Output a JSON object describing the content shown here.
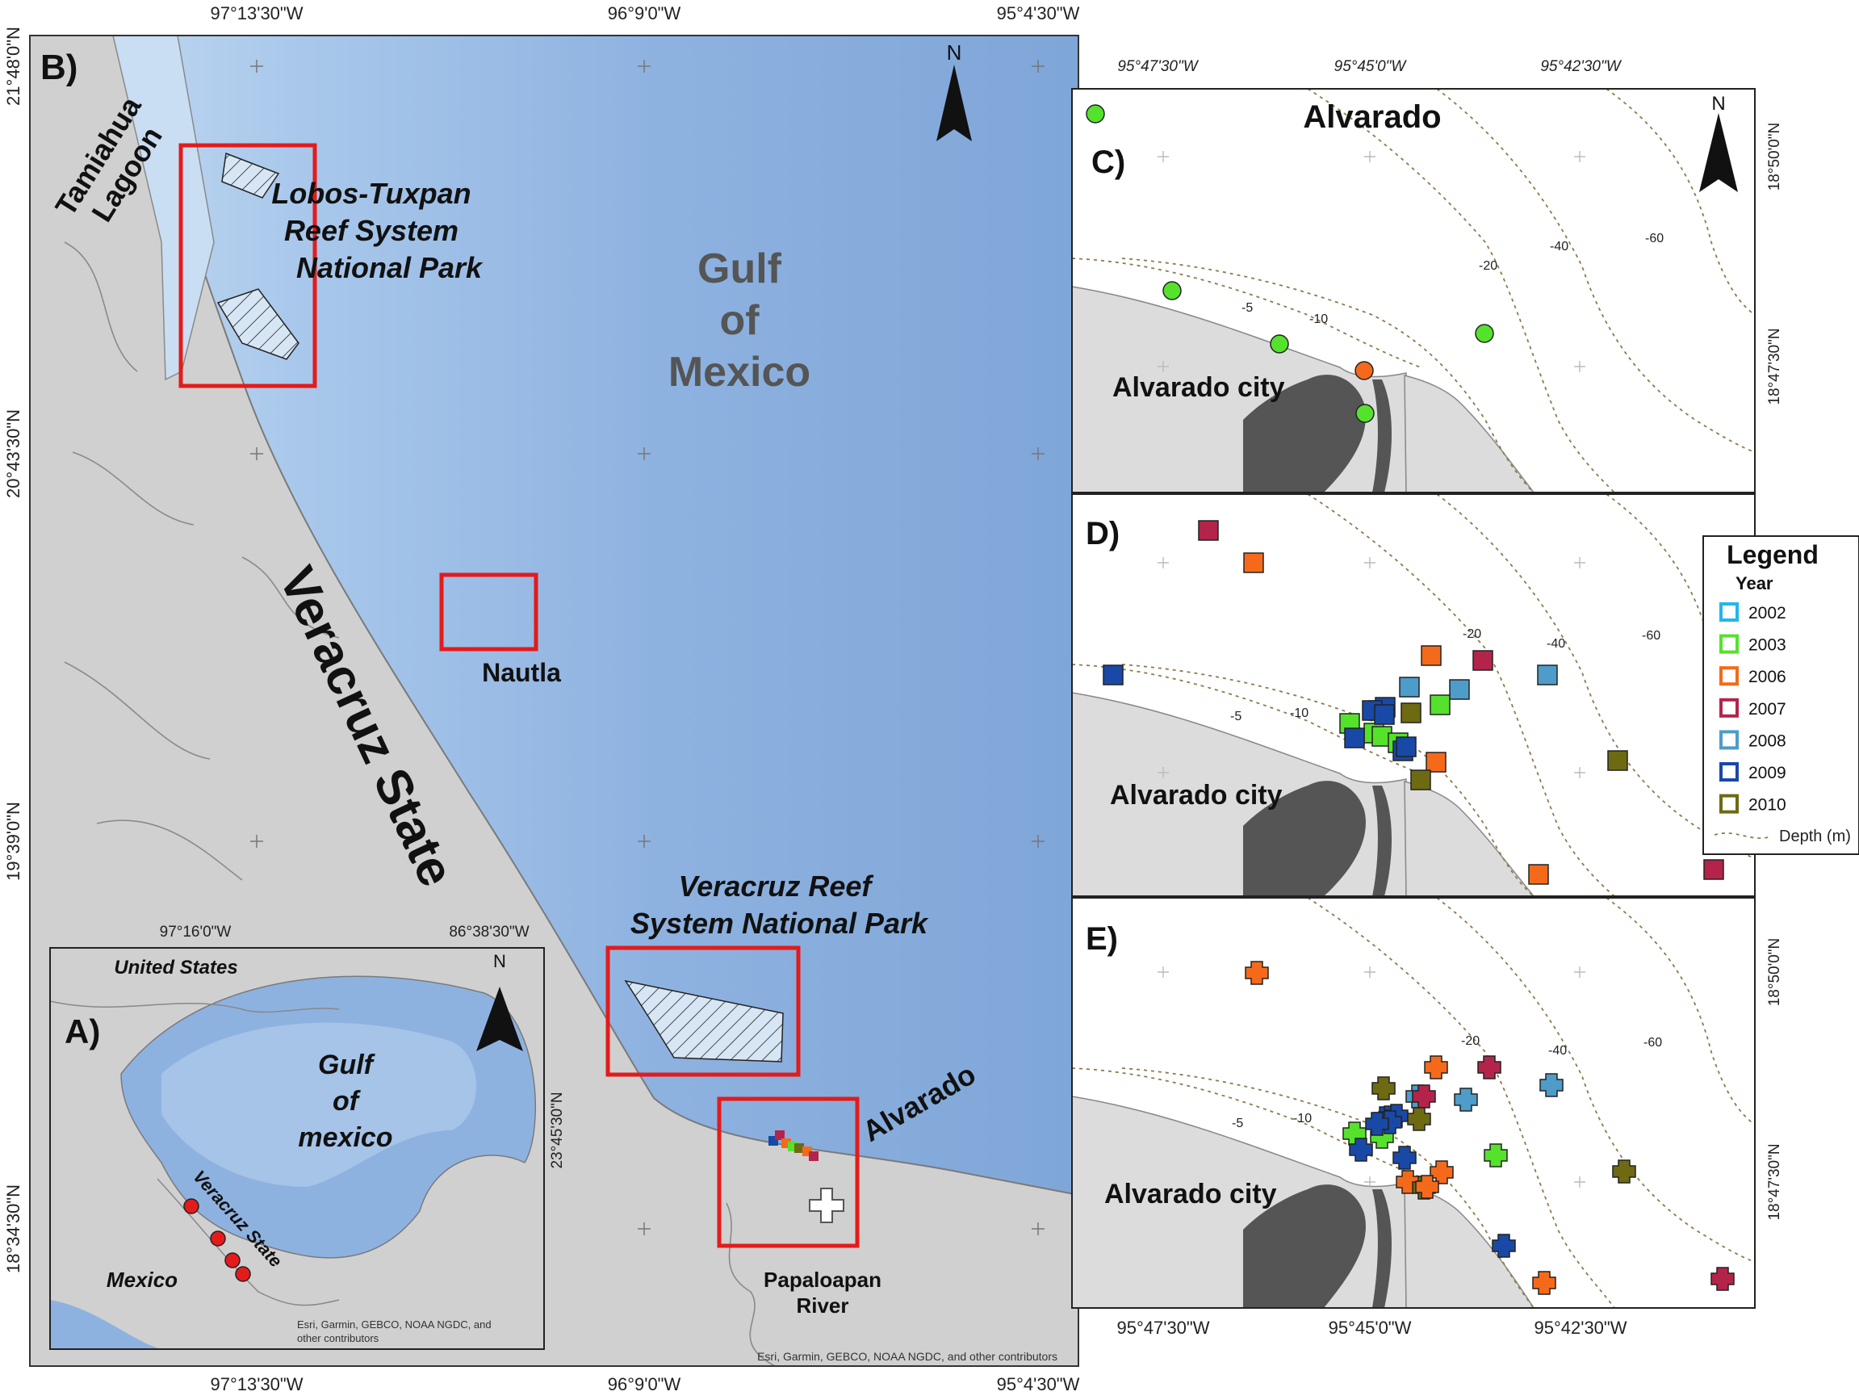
{
  "map_b": {
    "panel_label": "B)",
    "top_lon_ticks": [
      "97°13'30\"W",
      "96°9'0\"W",
      "95°4'30\"W"
    ],
    "bottom_lon_ticks": [
      "97°13'30\"W",
      "96°9'0\"W",
      "95°4'30\"W"
    ],
    "lat_ticks": [
      "21°48'0\"N",
      "20°43'30\"N",
      "19°39'0\"N",
      "18°34'30\"N"
    ],
    "north_label": "N",
    "tamiahua": [
      "Tamiahua",
      "Lagoon"
    ],
    "lobos": [
      "Lobos-Tuxpan",
      "Reef System",
      "National Park"
    ],
    "gulf": [
      "Gulf",
      "of",
      "Mexico"
    ],
    "state": "Veracruz State",
    "nautla": "Nautla",
    "vrsnp": [
      "Veracruz Reef",
      "System National Park"
    ],
    "alvarado": "Alvarado",
    "papaloapan": [
      "Papaloapan",
      "River"
    ],
    "credit": "Esri, Garmin, GEBCO, NOAA NGDC, and other contributors"
  },
  "map_a": {
    "panel_label": "A)",
    "lon_ticks": [
      "97°16'0\"W",
      "86°38'30\"W"
    ],
    "lat_ticks": [
      "23°45'30\"N"
    ],
    "north_label": "N",
    "us": "United States",
    "gulf": [
      "Gulf",
      "of",
      "mexico"
    ],
    "state": "Veracruz State",
    "mexico": "Mexico",
    "credit": [
      "Esri, Garmin, GEBCO, NOAA NGDC, and",
      "other contributors"
    ]
  },
  "inset": {
    "top_lon_ticks": [
      "95°47'30\"W",
      "95°45'0\"W",
      "95°42'30\"W"
    ],
    "bottom_lon_ticks": [
      "95°47'30\"W",
      "95°45'0\"W",
      "95°42'30\"W"
    ],
    "right_lat_ticks": [
      "18°50'0\"N",
      "18°47'30\"N",
      "18°50'0\"N",
      "18°47'30\"N"
    ],
    "title": "Alvarado",
    "north_label": "N",
    "panel_labels": [
      "C)",
      "D)",
      "E)"
    ],
    "city": "Alvarado city",
    "depth_labels": [
      "-5",
      "-10",
      "-20",
      "-40",
      "-60"
    ]
  },
  "legend": {
    "title": "Legend",
    "subtitle": "Year",
    "years": [
      "2002",
      "2003",
      "2006",
      "2007",
      "2008",
      "2009",
      "2010"
    ],
    "colors": [
      "#22b7ea",
      "#55e22c",
      "#f56a1a",
      "#b4244a",
      "#4d9cc9",
      "#1849a6",
      "#6e6a12"
    ],
    "depth_note": "Depth (m)"
  },
  "samples": {
    "panel_c_circle_colors": [
      "#55e22c",
      "#55e22c",
      "#55e22c",
      "#55e22c",
      "#55e22c",
      "#f56a1a"
    ],
    "panel_c_circle_count": 6,
    "panel_d_square_count": 26,
    "panel_e_cross_count": 27
  }
}
